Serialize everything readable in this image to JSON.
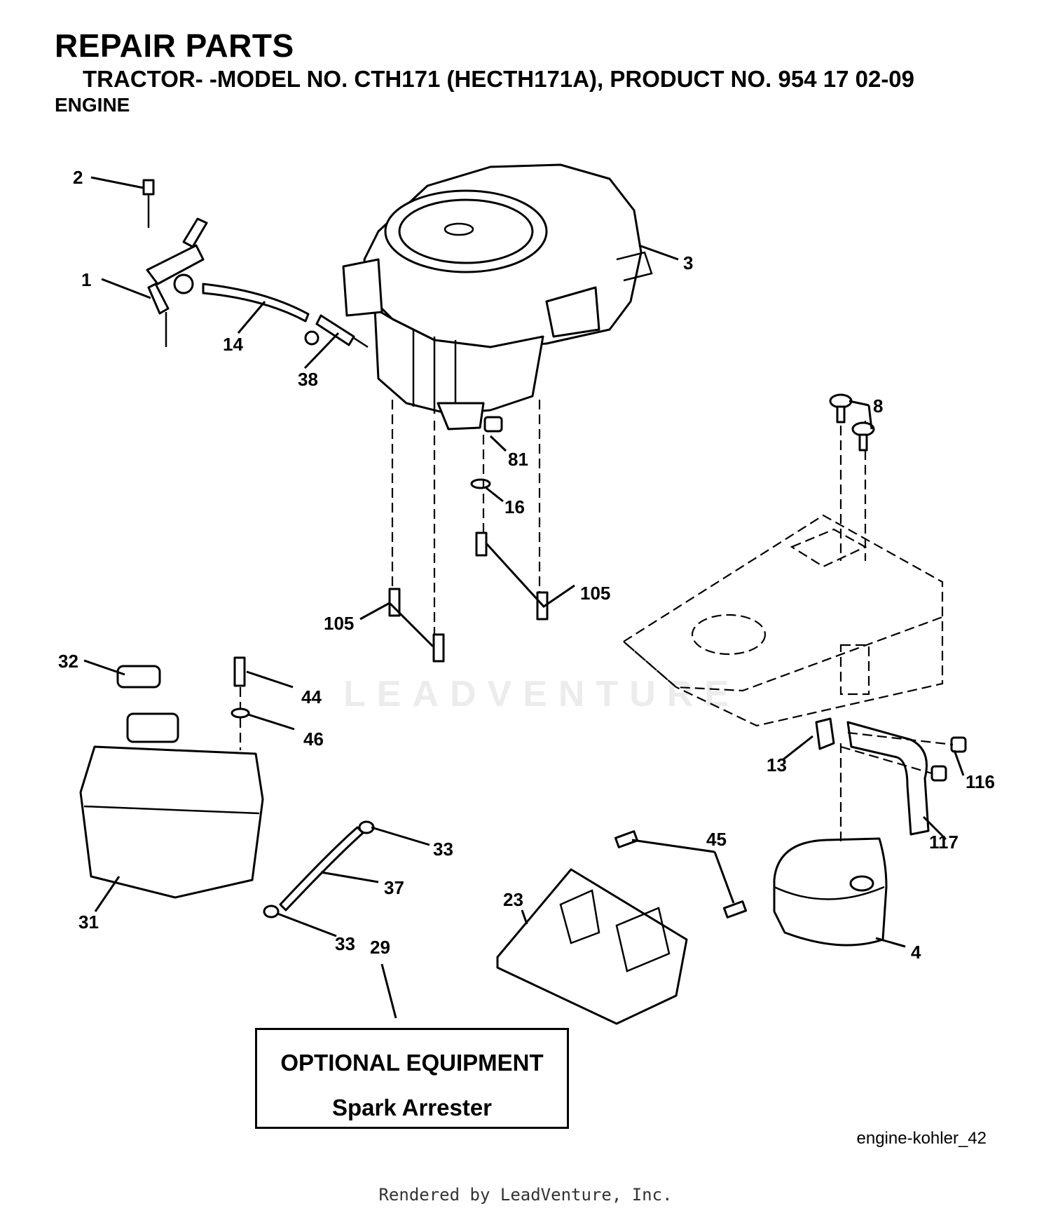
{
  "header": {
    "title": "REPAIR PARTS",
    "subtitle": "TRACTOR- -MODEL NO. CTH171 (HECTH171A), PRODUCT NO. 954 17 02-09",
    "section": "ENGINE"
  },
  "callouts": {
    "c1": "1",
    "c2": "2",
    "c3": "3",
    "c4": "4",
    "c8": "8",
    "c13": "13",
    "c14": "14",
    "c16": "16",
    "c23": "23",
    "c29": "29",
    "c31": "31",
    "c32": "32",
    "c33a": "33",
    "c33b": "33",
    "c37": "37",
    "c38": "38",
    "c44": "44",
    "c45": "45",
    "c46": "46",
    "c81": "81",
    "c105a": "105",
    "c105b": "105",
    "c116": "116",
    "c117": "117"
  },
  "optional": {
    "title": "OPTIONAL EQUIPMENT",
    "item": "Spark Arrester"
  },
  "reference": "engine-kohler_42",
  "watermark": "LEADVENTURE",
  "footer": "Rendered by LeadVenture, Inc."
}
